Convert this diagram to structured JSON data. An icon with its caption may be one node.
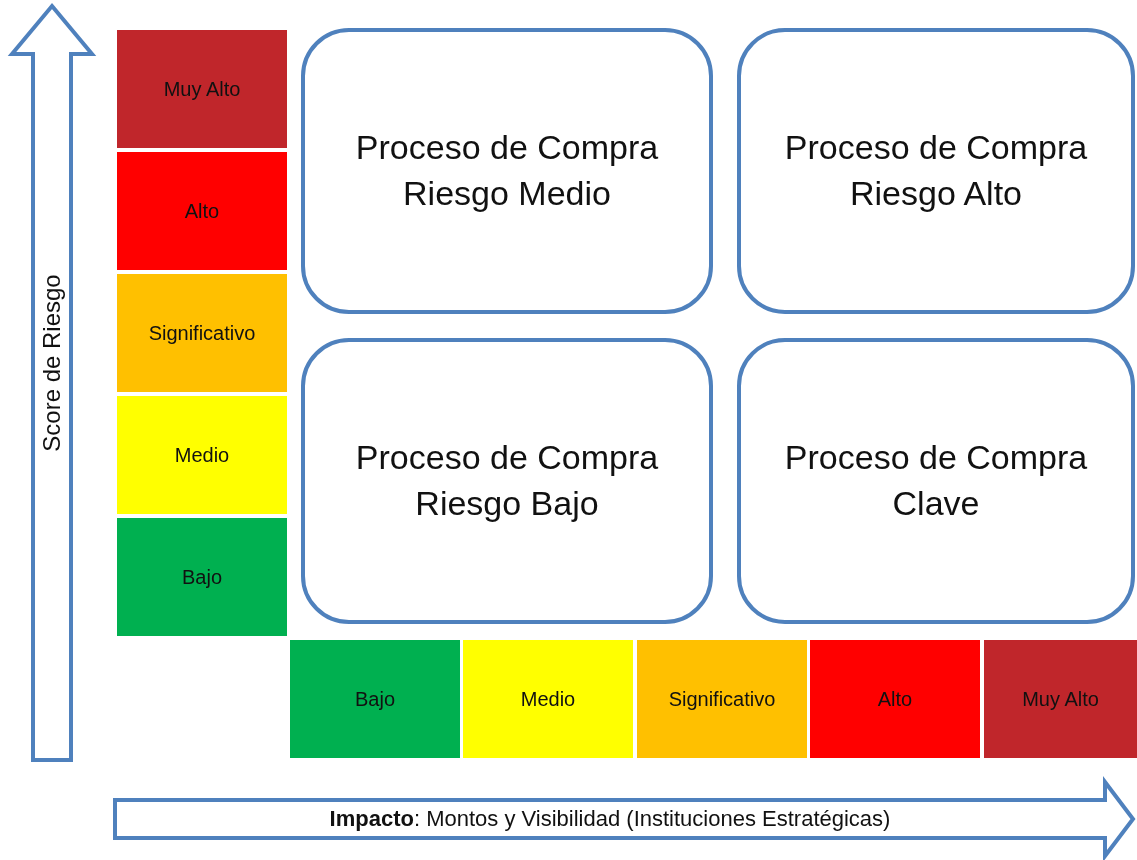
{
  "diagram": {
    "nodes": [
      {
        "text": [
          "Score de Riesgo"
        ]
      },
      {
        "text": [
          "Muy Alto"
        ]
      },
      {
        "text": [
          "Alto"
        ]
      },
      {
        "text": [
          "Significativo"
        ]
      },
      {
        "text": [
          "Medio"
        ]
      },
      {
        "text": [
          "Bajo"
        ]
      },
      {
        "text": [
          "Proceso de Compra Riesgo Medio"
        ]
      },
      {
        "text": [
          "Proceso de Compra Riesgo Alto"
        ]
      },
      {
        "text": [
          "Proceso de Compra Riesgo Bajo"
        ]
      },
      {
        "text": [
          "Proceso de Compra Clave"
        ]
      },
      {
        "text": [
          "Bajo"
        ]
      },
      {
        "text": [
          "Medio"
        ]
      },
      {
        "text": [
          "Significativo"
        ]
      },
      {
        "text": [
          "Alto"
        ]
      },
      {
        "text": [
          "Muy Alto"
        ]
      },
      {
        "text": [
          "**Impacto**: Montos y Visibilidad (Instituciones Estratégicas)"
        ]
      }
    ]
  }
}
